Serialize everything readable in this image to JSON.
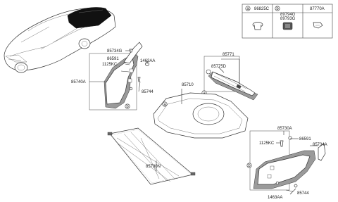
{
  "legend": {
    "a": {
      "letter": "a",
      "part": "86825C"
    },
    "b": {
      "letter": "b",
      "parts": [
        "89794G",
        "89793G"
      ]
    },
    "c": {
      "part": "87770A"
    }
  },
  "labels": {
    "p85734G": "85734G",
    "p1463AA_top": "1463AA",
    "p86591_top": "86591",
    "p1125KC_top": "1125KC",
    "p85740A": "85740A",
    "p85744_top": "85744",
    "p85771": "85771",
    "p85775D": "85775D",
    "p85710": "85710",
    "p85790N": "85790N",
    "p85730A": "85730A",
    "p1125KC_bot": "1125KC",
    "p86591_bot": "86591",
    "p85734A": "85734A",
    "p1463AA_bot": "1463AA",
    "p85744_bot": "85744"
  },
  "callouts": {
    "a_trim": "a",
    "a_mat": "a",
    "b_left": "b",
    "b_right": "b"
  }
}
